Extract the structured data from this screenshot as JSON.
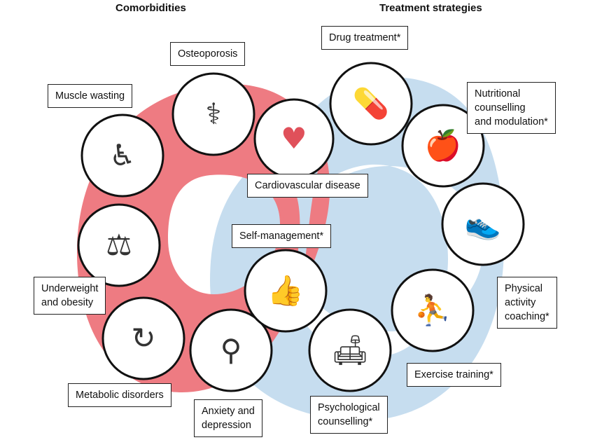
{
  "headings": {
    "comorbidities": "Comorbidities",
    "treatment_strategies": "Treatment strategies"
  },
  "colors": {
    "comorbidity_ring": "#ee7b82",
    "treatment_ring": "#c6ddef",
    "circle_stroke": "#111111",
    "label_border": "#222222"
  },
  "comorbidities": [
    {
      "key": "osteoporosis",
      "label": "Osteoporosis",
      "icon": "spine-icon"
    },
    {
      "key": "muscle-wasting",
      "label": "Muscle wasting",
      "icon": "wheelchair-icon"
    },
    {
      "key": "cardiovascular-disease",
      "label": "Cardiovascular disease",
      "icon": "heart-icon"
    },
    {
      "key": "underweight-obesity",
      "label": "Underweight\nand obesity",
      "icon": "scale-icon"
    },
    {
      "key": "metabolic-disorders",
      "label": "Metabolic disorders",
      "icon": "abdomen-cycle-icon"
    },
    {
      "key": "anxiety-depression",
      "label": "Anxiety and\ndepression",
      "icon": "brain-magnifier-icon"
    }
  ],
  "treatments": [
    {
      "key": "drug-treatment",
      "label": "Drug treatment*",
      "icon": "pill-bottles-icon"
    },
    {
      "key": "nutritional-counselling",
      "label": "Nutritional\ncounselling\nand modulation*",
      "icon": "apple-tape-icon"
    },
    {
      "key": "physical-activity",
      "label": "Physical\nactivity\ncoaching*",
      "icon": "sneaker-icon"
    },
    {
      "key": "exercise-training",
      "label": "Exercise training*",
      "icon": "treadmill-icon"
    },
    {
      "key": "psychological-counselling",
      "label": "Psychological\ncounselling*",
      "icon": "therapy-couch-icon"
    },
    {
      "key": "self-management",
      "label": "Self-management*",
      "icon": "thumbs-up-icon"
    }
  ]
}
